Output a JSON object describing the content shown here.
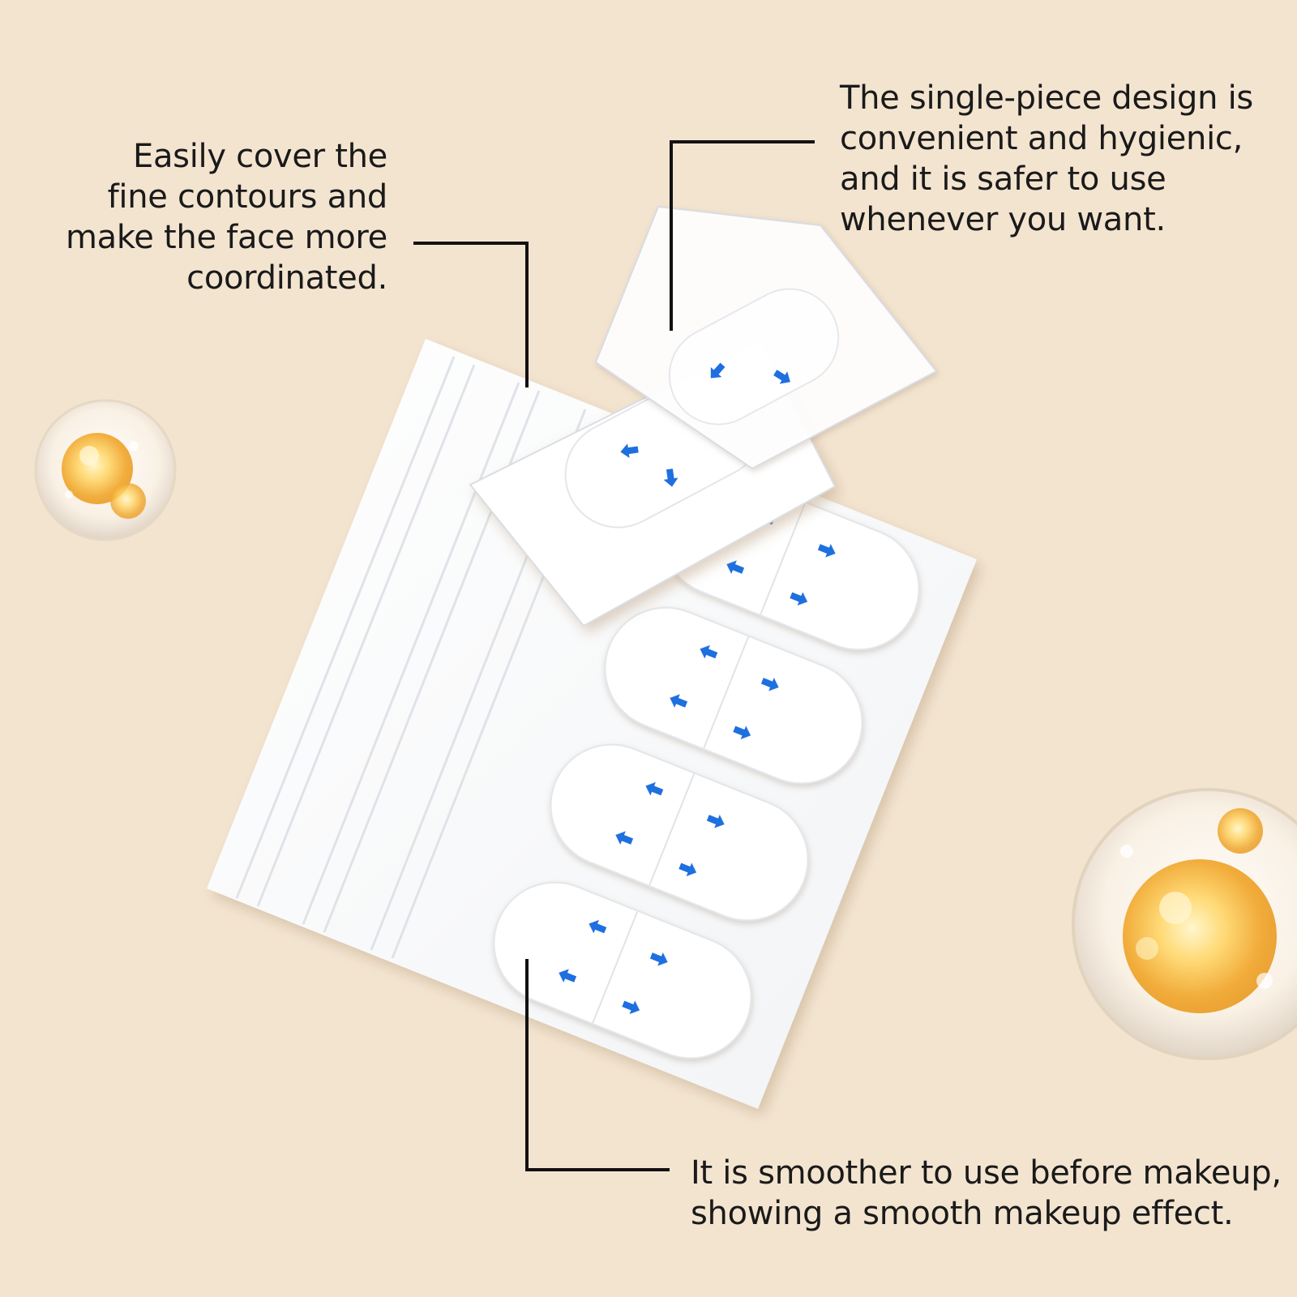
{
  "colors": {
    "background": "#f3e4d0",
    "arrow_blue": "#1f6fe0",
    "strip_white": "#ffffff",
    "leader_line": "#111111",
    "oil_gold": "#f3b23a"
  },
  "callouts": {
    "left": {
      "lines": [
        "Easily cover the",
        "fine contours and",
        "make the face more",
        "coordinated."
      ]
    },
    "right": {
      "lines": [
        "The single-piece design is",
        "convenient and hygienic,",
        "and it is safer to use",
        "whenever you want."
      ]
    },
    "bottom": {
      "lines": [
        "It is smoother to use before makeup,",
        "showing a smooth makeup effect."
      ]
    }
  },
  "icons": {
    "arrow": "arrow-icon",
    "oil_drop": "oil-bubble-icon"
  }
}
